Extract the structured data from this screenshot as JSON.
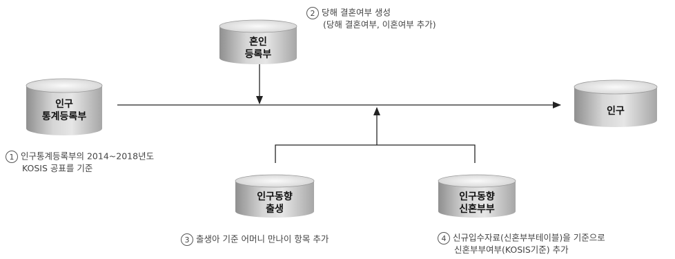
{
  "nodes": {
    "population_register": {
      "line1": "인구",
      "line2": "통계등록부"
    },
    "marriage_register": {
      "line1": "혼인",
      "line2": "등록부"
    },
    "population": {
      "line1": "인구"
    },
    "birth": {
      "line1": "인구동향",
      "line2": "출생"
    },
    "newlywed": {
      "line1": "인구동향",
      "line2": "신혼부부"
    }
  },
  "notes": {
    "n1": {
      "marker": "1",
      "line1": "인구통계등록부의 2014~2018년도",
      "line2": "KOSIS 공표를 기준"
    },
    "n2": {
      "marker": "2",
      "line1": "당해 결혼여부 생성",
      "line2": "(당해 결혼여부, 이혼여부 추가)"
    },
    "n3": {
      "marker": "3",
      "line1": "출생아 기준 어머니 만나이 항목 추가"
    },
    "n4": {
      "marker": "4",
      "line1": "신규입수자료(신혼부부테이블)을 기준으로",
      "line2": "신혼부부여부(KOSIS기준) 추가"
    }
  },
  "colors": {
    "cylinder_top": "#ececec",
    "cylinder_body_dark": "#9a9a9a",
    "cylinder_body_light": "#d9d9d9",
    "line": "#222222"
  }
}
